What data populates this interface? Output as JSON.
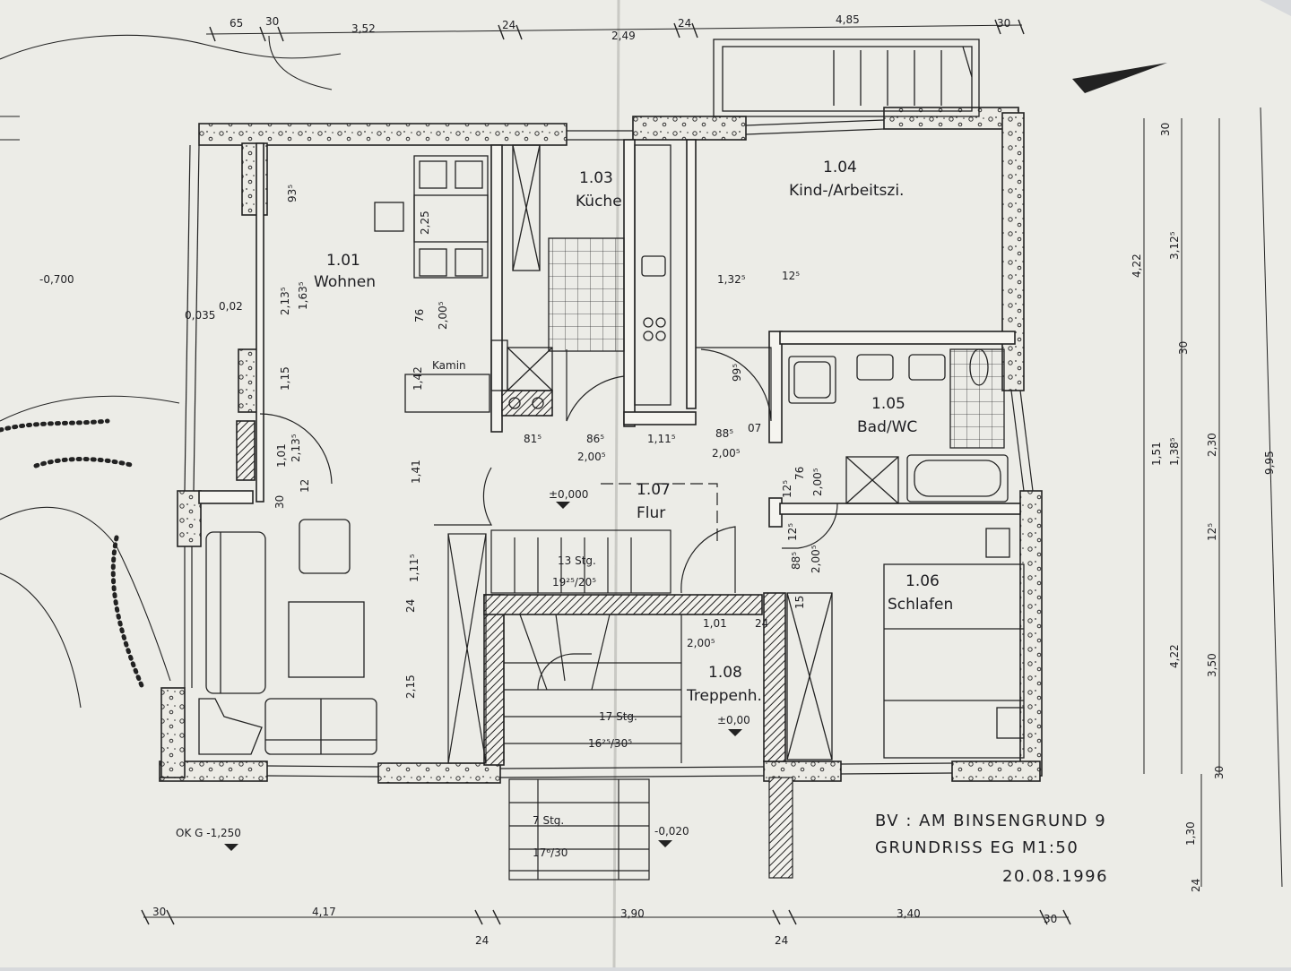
{
  "plan": {
    "rooms": [
      {
        "id": "wohnen",
        "number": "1.01",
        "name": "Wohnen"
      },
      {
        "id": "kueche",
        "number": "1.03",
        "name": "Küche"
      },
      {
        "id": "kind",
        "number": "1.04",
        "name": "Kind-/Arbeitszi."
      },
      {
        "id": "bad",
        "number": "1.05",
        "name": "Bad/WC"
      },
      {
        "id": "schlafen",
        "number": "1.06",
        "name": "Schlafen"
      },
      {
        "id": "flur",
        "number": "1.07",
        "name": "Flur"
      },
      {
        "id": "treppe",
        "number": "1.08",
        "name": "Treppenh."
      }
    ],
    "labels": {
      "kamin": "Kamin",
      "stair_upper_count": "13 Stg.",
      "stair_upper_ratio": "19²⁵/20⁵",
      "stair_main_count": "17 Stg.",
      "stair_main_ratio": "16²⁵/30⁵",
      "stair_outer_count": "7 Stg.",
      "stair_outer_ratio": "17⁶/30",
      "level_flur": "±0,000",
      "level_treppe": "±0,00",
      "level_outside": "-0,020",
      "level_okg": "OK G  -1,250",
      "level_terrace": "-0,700"
    },
    "title_block": {
      "line1": "BV : AM BINSENGRUND 9",
      "line2": "GRUNDRISS  EG   M1:50",
      "date": "20.08.1996"
    },
    "dimensions_top": [
      "65",
      "30",
      "3,52",
      "24",
      "2,49",
      "24",
      "4,85",
      "30"
    ],
    "dimensions_bottom": [
      "30",
      "4,17",
      "24",
      "3,90",
      "24",
      "3,40",
      "30"
    ],
    "dimensions_right": [
      "30",
      "3,12⁵",
      "4,22",
      "30",
      "1,51",
      "1,38⁵",
      "2,30",
      "12⁵",
      "4,22",
      "3,50",
      "30",
      "9,95",
      "1,30",
      "24"
    ],
    "dimensions_inner": [
      "93⁵",
      "2,13⁵",
      "1,63⁵",
      "1,15",
      "1,01",
      "2,13⁵",
      "12",
      "30",
      "0,035",
      "0,02",
      "2,25",
      "76",
      "2,00⁵",
      "1,42",
      "1,41",
      "1,11⁵",
      "24",
      "2,15",
      "1,32⁵",
      "12⁵",
      "99⁵",
      "81⁵",
      "86⁵",
      "2,00⁵",
      "1,11⁵",
      "88⁵",
      "2,00⁵",
      "07",
      "12⁵",
      "76",
      "2,00⁵",
      "88⁵",
      "12⁵",
      "2,00⁵",
      "15",
      "1,01",
      "2,00⁵",
      "24"
    ]
  }
}
